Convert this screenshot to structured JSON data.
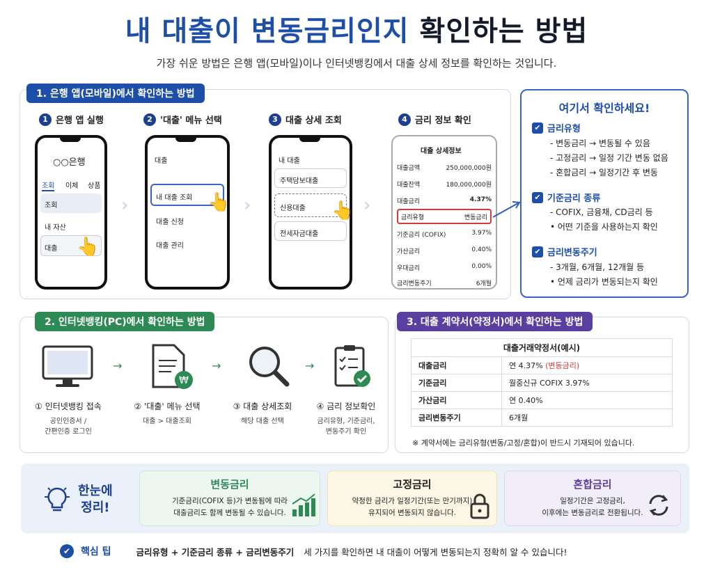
{
  "header": {
    "title_part1": "내 대출이 변동금리인지",
    "title_part2": "확인하는 방법",
    "subtitle": "가장 쉬운 방법은 은행 앱(모바일)이나 인터넷뱅킹에서 대출 상세 정보를 확인하는 것입니다."
  },
  "section1": {
    "label": "1. 은행 앱(모바일)에서 확인하는 방법",
    "steps": [
      {
        "num": "1",
        "label": "은행 앱 실행"
      },
      {
        "num": "2",
        "label": "'대출' 메뉴 선택"
      },
      {
        "num": "3",
        "label": "대출 상세 조회"
      },
      {
        "num": "4",
        "label": "금리 정보 확인"
      }
    ],
    "phone1": {
      "bank": "○○은행",
      "tabs": [
        "조회",
        "이체",
        "상품"
      ],
      "items": [
        "조회",
        "내 자산",
        "대출"
      ]
    },
    "phone2": {
      "header": "대출",
      "items": [
        "내 대출 조회",
        "대출 신청",
        "대출 관리"
      ]
    },
    "phone3": {
      "header": "내 대출",
      "items": [
        "주택담보대출",
        "신용대출",
        "전세자금대출"
      ]
    },
    "phone4": {
      "header": "대출 상세정보",
      "rows": [
        {
          "k": "대출금액",
          "v": "250,000,000원"
        },
        {
          "k": "대출잔액",
          "v": "180,000,000원"
        },
        {
          "k": "대출금리",
          "v": "4.37%"
        },
        {
          "k": "금리유형",
          "v": "변동금리"
        },
        {
          "k": "기준금리 (COFIX)",
          "v": "3.97%"
        },
        {
          "k": "가산금리",
          "v": "0.40%"
        },
        {
          "k": "우대금리",
          "v": "0.00%"
        },
        {
          "k": "금리변동주기",
          "v": "6개월"
        }
      ]
    }
  },
  "checklist": {
    "title": "여기서 확인하세요!",
    "groups": [
      {
        "title": "금리유형",
        "lines": [
          "- 변동금리 → 변동될 수 있음",
          "- 고정금리 → 일정 기간 변동 없음",
          "- 혼합금리 → 일정기간 후 변동"
        ]
      },
      {
        "title": "기준금리 종류",
        "lines": [
          "- COFIX, 금융채, CD금리 등",
          "• 어떤 기준을 사용하는지 확인"
        ]
      },
      {
        "title": "금리변동주기",
        "lines": [
          "- 3개월, 6개월, 12개월 등",
          "• 언제 금리가 변동되는지 확인"
        ]
      }
    ]
  },
  "section2": {
    "label": "2. 인터넷뱅킹(PC)에서 확인하는 방법",
    "steps": [
      {
        "label": "① 인터넷뱅킹 접속",
        "sub1": "공인인증서 /",
        "sub2": "간편인증 로그인"
      },
      {
        "label": "② '대출' 메뉴 선택",
        "sub1": "대출 > 대출조회",
        "sub2": ""
      },
      {
        "label": "③ 대출 상세조회",
        "sub1": "해당 대출 선택",
        "sub2": ""
      },
      {
        "label": "④ 금리 정보확인",
        "sub1": "금리유형, 기준금리,",
        "sub2": "변동주기 확인"
      }
    ]
  },
  "section3": {
    "label": "3. 대출 계약서(약정서)에서 확인하는 방법",
    "table_title": "대출거래약정서(예시)",
    "rows": [
      {
        "k": "대출금리",
        "v": "연 4.37%",
        "hl": "(변동금리)"
      },
      {
        "k": "기준금리",
        "v": "월중신규 COFIX 3.97%",
        "hl": ""
      },
      {
        "k": "가산금리",
        "v": "연 0.40%",
        "hl": ""
      },
      {
        "k": "금리변동주기",
        "v": "6개월",
        "hl": ""
      }
    ],
    "note": "※ 계약서에는 금리유형(변동/고정/혼합)이 반드시 기재되어 있습니다."
  },
  "summary": {
    "label1": "한눈에",
    "label2": "정리!",
    "boxes": [
      {
        "title": "변동금리",
        "l1": "기준금리(COFIX 등)가 변동됨에 따라",
        "l2": "대출금리도 함께 변동될 수 있습니다."
      },
      {
        "title": "고정금리",
        "l1": "약정한 금리가 일정기간(또는 만기까지)",
        "l2": "유지되어 변동되지 않습니다."
      },
      {
        "title": "혼합금리",
        "l1": "일정기간은 고정금리,",
        "l2": "이후에는 변동금리로 전환됩니다."
      }
    ]
  },
  "tip": {
    "label": "핵심 팁",
    "formula": "금리유형 + 기준금리 종류 + 금리변동주기",
    "text": "세 가지를 확인하면 내 대출이 어떻게 변동되는지 정확히 알 수 있습니다!"
  },
  "colors": {
    "primary": "#1d4fa8",
    "green": "#2e8a55",
    "purple": "#5b3fa0",
    "red": "#d23b3b"
  }
}
